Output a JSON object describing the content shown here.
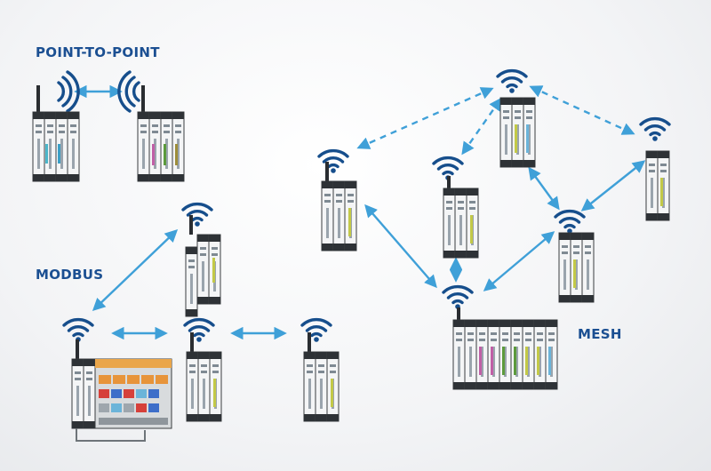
{
  "labels": {
    "point_to_point": "POINT-TO-POINT",
    "modbus": "MODBUS",
    "mesh": "MESH"
  },
  "colors": {
    "label": "#1b4f92",
    "signal_icon": "#164e8c",
    "link_arrow": "#3fa0d8",
    "module_body": "#f4f5f6",
    "module_terminal": "#2e3236"
  },
  "icons": {
    "signal": "wifi-signal-icon",
    "radio": "radio-signal-icon",
    "device": "wireless-io-module"
  }
}
